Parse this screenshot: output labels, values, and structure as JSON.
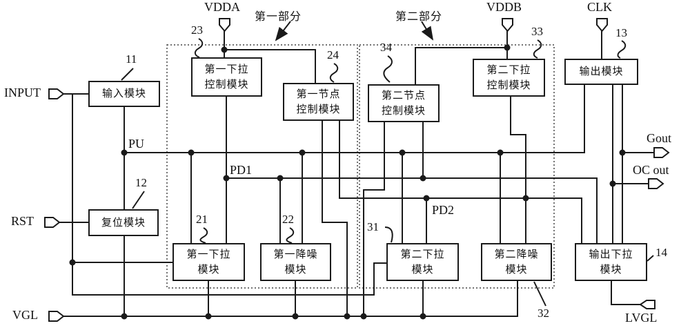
{
  "terminals": {
    "input": "INPUT",
    "rst": "RST",
    "vgl": "VGL",
    "vdda": "VDDA",
    "vddb": "VDDB",
    "clk": "CLK",
    "gout": "Gout",
    "oc_out": "OC out",
    "lvgl": "LVGL"
  },
  "nets": {
    "pu": "PU",
    "pd1": "PD1",
    "pd2": "PD2"
  },
  "parts": {
    "first": "第一部分",
    "second": "第二部分"
  },
  "modules": {
    "input": {
      "ref": "11",
      "l1": "输入模块",
      "l2": ""
    },
    "fpc": {
      "ref": "23",
      "l1": "第一下拉",
      "l2": "控制模块"
    },
    "fnc": {
      "ref": "24",
      "l1": "第一节点",
      "l2": "控制模块"
    },
    "snc": {
      "ref": "34",
      "l1": "第二节点",
      "l2": "控制模块"
    },
    "spc": {
      "ref": "33",
      "l1": "第二下拉",
      "l2": "控制模块"
    },
    "out": {
      "ref": "13",
      "l1": "输出模块",
      "l2": ""
    },
    "reset": {
      "ref": "12",
      "l1": "复位模块",
      "l2": ""
    },
    "fpd": {
      "ref": "21",
      "l1": "第一下拉",
      "l2": "模块"
    },
    "fdn": {
      "ref": "22",
      "l1": "第一降噪",
      "l2": "模块"
    },
    "spd": {
      "ref": "31",
      "l1": "第二下拉",
      "l2": "模块"
    },
    "sdn": {
      "ref": "32",
      "l1": "第二降噪",
      "l2": "模块"
    },
    "opd": {
      "ref": "14",
      "l1": "输出下拉",
      "l2": "模块"
    }
  },
  "colors": {
    "line": "#1a1a1a",
    "background": "#ffffff"
  }
}
